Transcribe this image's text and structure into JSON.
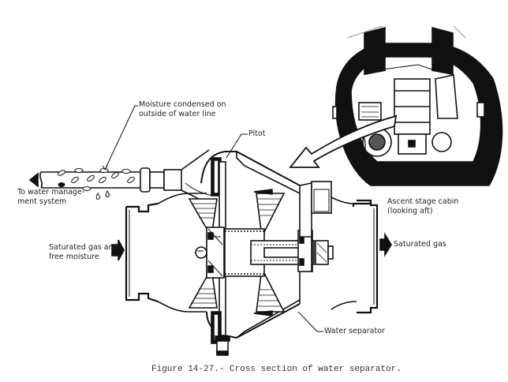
{
  "figure": {
    "caption": "Figure 14-27.- Cross section of water separator.",
    "subject": "water-separator-cross-section"
  },
  "labels": {
    "moisture": "Moisture condensed on\noutside of water line",
    "pitot": "Pitot",
    "to_water_mgmt": "To water manage-\nment system",
    "inlet": "Saturated gas and\nfree moisture",
    "outlet": "Saturated gas",
    "separator": "Water separator",
    "cabin": "Ascent stage cabin\n(looking aft)"
  },
  "colors": {
    "ink": "#111111",
    "background": "#ffffff"
  }
}
